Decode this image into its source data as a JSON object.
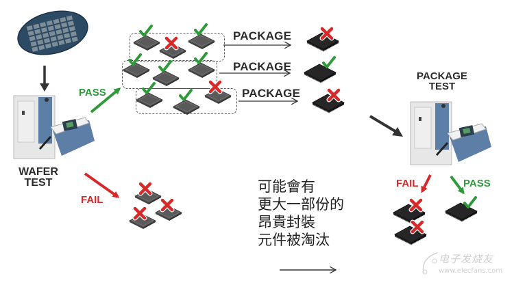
{
  "diagram": {
    "title": "Wafer test vs package test flow",
    "stages": {
      "wafer_test": {
        "line1": "WAFER",
        "line2": "TEST",
        "icon": "test-equipment-icon"
      },
      "package_test": {
        "line1": "PACKAGE",
        "line2": "TEST",
        "icon": "test-equipment-icon"
      }
    },
    "wafer": {
      "icon": "wafer-icon"
    },
    "branches": {
      "wafer_pass": "PASS",
      "wafer_fail": "FAIL",
      "package_pass": "PASS",
      "package_fail": "FAIL"
    },
    "package_rows": [
      {
        "label": "PACKAGE",
        "dies": [
          "pass",
          "fail",
          "pass"
        ],
        "package_result": "fail"
      },
      {
        "label": "PACKAGE",
        "dies": [
          "pass",
          "pass",
          "pass"
        ],
        "package_result": "pass"
      },
      {
        "label": "PACKAGE",
        "dies": [
          "pass",
          "pass",
          "fail"
        ],
        "package_result": "fail"
      }
    ],
    "failed_dies_count": 3,
    "package_test_results": {
      "fail_count": 2,
      "pass_count": 1
    },
    "annotation_lines": [
      "可能會有",
      "更大一部份的",
      "昂貴封裝",
      "元件被淘汰"
    ],
    "watermark": {
      "line1": "电子发烧友",
      "line2": "www.elecfans.com"
    },
    "colors": {
      "pass": "#2e9a3a",
      "fail": "#d62a2a",
      "text": "#2b2b2b",
      "arrow": "#333333"
    }
  }
}
